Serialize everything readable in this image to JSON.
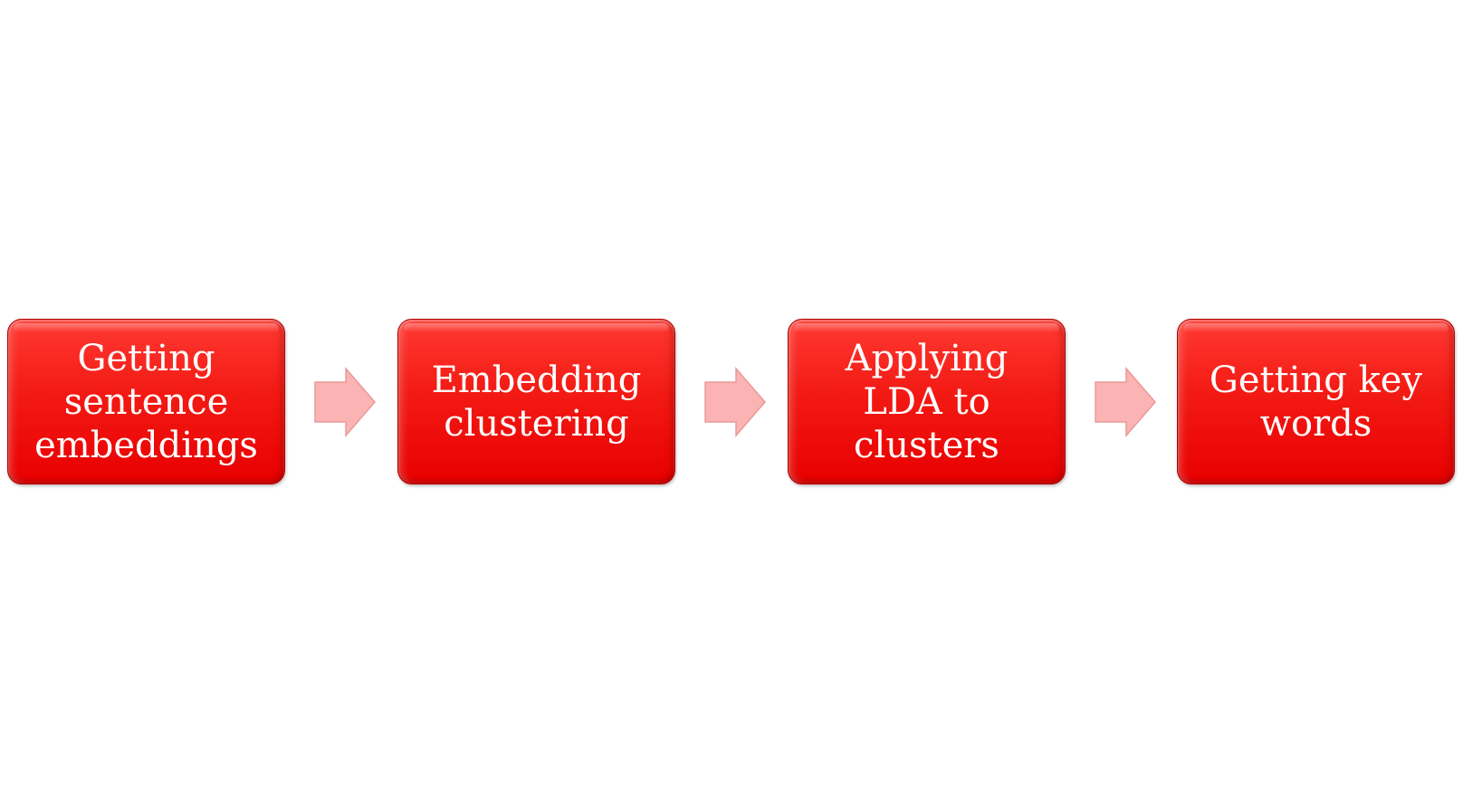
{
  "diagram": {
    "steps": [
      {
        "label": "Getting\nsentence\nembeddings"
      },
      {
        "label": "Embedding\nclustering"
      },
      {
        "label": "Applying\nLDA to\nclusters"
      },
      {
        "label": "Getting key\nwords"
      }
    ],
    "colors": {
      "box_fill": "#f31a14",
      "box_border": "#b00000",
      "box_text": "#ffffff",
      "arrow_fill": "#fbb3b3",
      "arrow_stroke": "#e89a9a",
      "background": "#ffffff"
    },
    "arrow_icon": "right-arrow-icon"
  }
}
